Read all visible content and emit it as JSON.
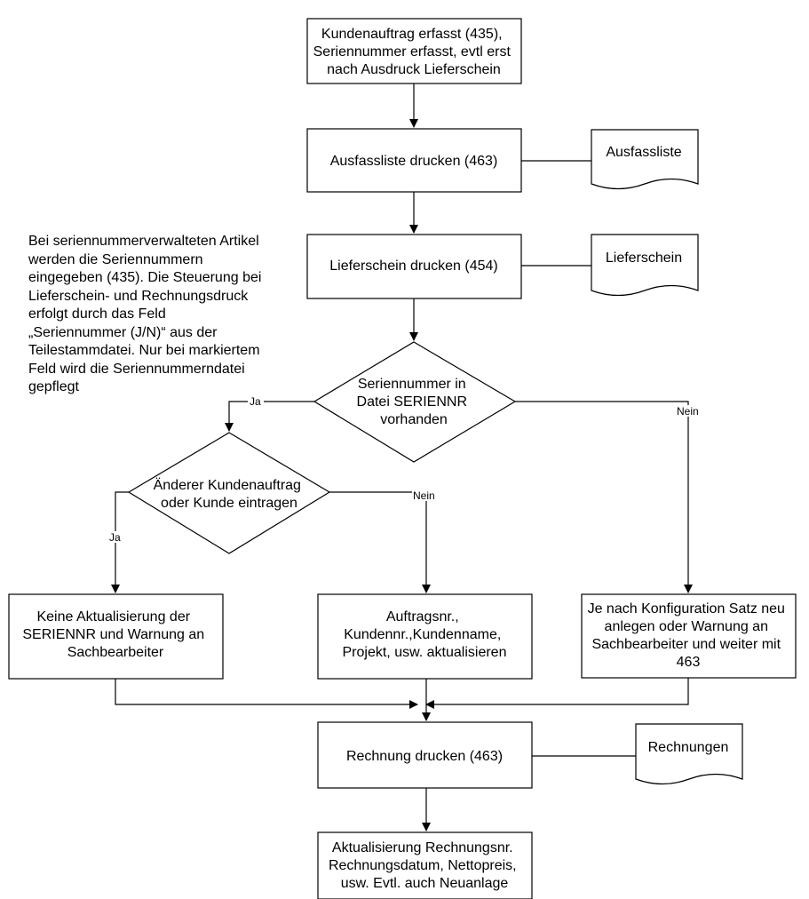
{
  "nodes": {
    "start": [
      "Kundenauftrag erfasst (435),",
      "Seriennummer erfasst, evtl erst",
      "nach Ausdruck Lieferschein"
    ],
    "ausfassliste_drucken": [
      "Ausfassliste drucken (463)"
    ],
    "doc_ausfassliste": [
      "Ausfassliste"
    ],
    "lieferschein_drucken": [
      "Lieferschein drucken (454)"
    ],
    "doc_lieferschein": [
      "Lieferschein"
    ],
    "decision_seriennummer": [
      "Seriennummer in",
      "Datei SERIENNR",
      "vorhanden"
    ],
    "decision_kundenauftrag": [
      "Änderer Kundenauftrag",
      "oder Kunde eintragen"
    ],
    "keine_aktualisierung": [
      "Keine Aktualisierung der",
      "SERIENNR und Warnung an",
      "Sachbearbeiter"
    ],
    "auftragsnr": [
      "Auftragsnr.,",
      "Kundennr.,Kundenname,",
      "Projekt, usw. aktualisieren"
    ],
    "je_nach_konfiguration": [
      "Je nach Konfiguration Satz neu",
      "anlegen oder Warnung an",
      "Sachbearbeiter und weiter mit",
      "463"
    ],
    "rechnung_drucken": [
      "Rechnung drucken (463)"
    ],
    "doc_rechnungen": [
      "Rechnungen"
    ],
    "aktualisierung_rechnungsnr": [
      "Aktualisierung Rechnungsnr.",
      "Rechnungsdatum, Nettopreis,",
      "usw. Evtl. auch Neuanlage"
    ]
  },
  "edge_labels": {
    "ja_1": "Ja",
    "nein_1": "Nein",
    "nein_2": "Nein",
    "ja_2": "Ja"
  },
  "note": "Bei seriennummerverwalteten Artikel\nwerden die Seriennummern\neingegeben (435). Die Steuerung bei\nLieferschein- und Rechnungsdruck\nerfolgt durch das Feld\n„Seriennummer (J/N)“ aus der\nTeilestammdatei. Nur bei markiertem\nFeld wird die Seriennummerndatei\ngepflegt",
  "colors": {
    "stroke": "#000000",
    "fill": "#ffffff",
    "text": "#000000"
  }
}
